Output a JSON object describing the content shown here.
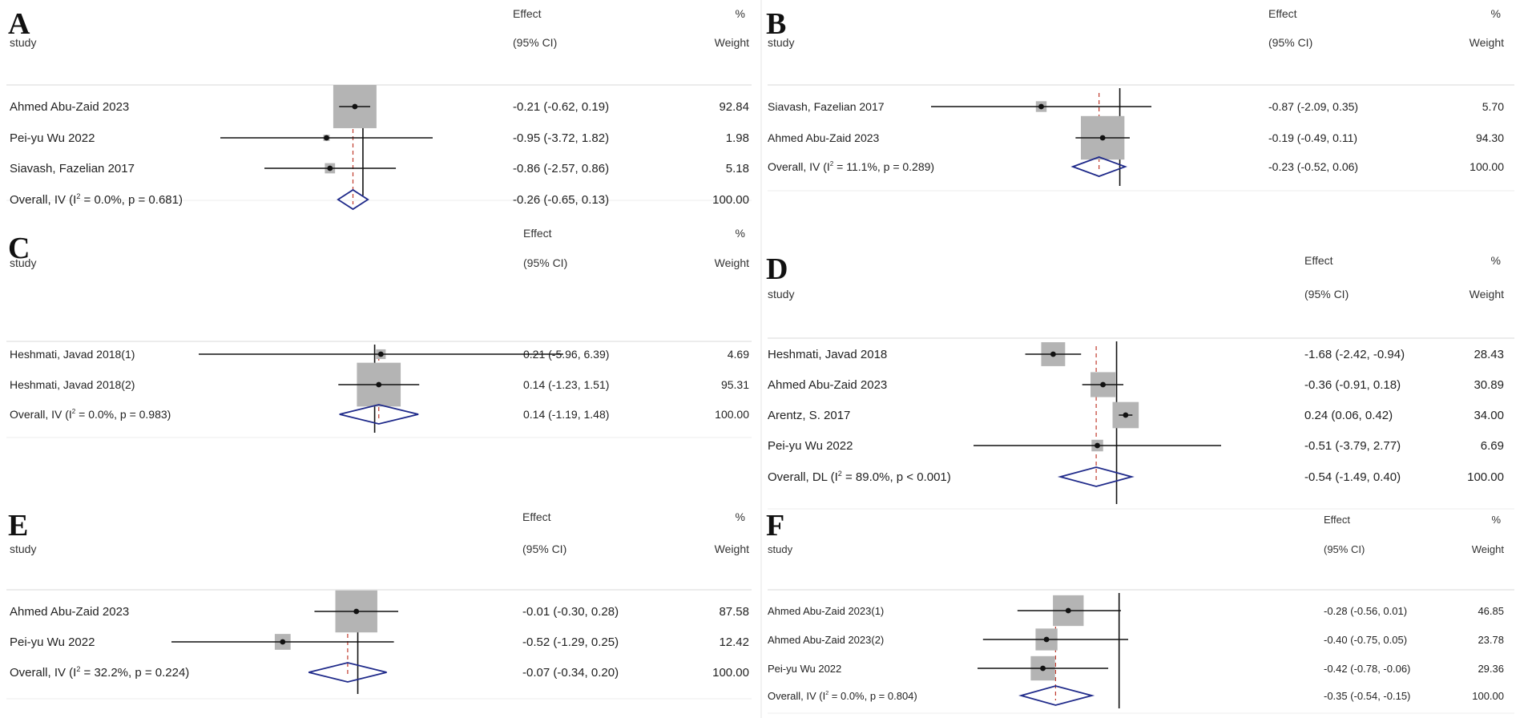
{
  "chart_data": [
    {
      "type": "forest",
      "panel": "A",
      "header": {
        "effect": "Effect",
        "ci": "(95% CI)",
        "pct": "%",
        "weight": "Weight",
        "study": "study"
      },
      "null_value": 0,
      "rows": [
        {
          "study": "Ahmed Abu-Zaid 2023",
          "es": -0.21,
          "lo": -0.62,
          "hi": 0.19,
          "ci_text": "-0.21 (-0.62, 0.19)",
          "weight": "92.84"
        },
        {
          "study": "Pei-yu Wu 2022",
          "es": -0.95,
          "lo": -3.72,
          "hi": 1.82,
          "ci_text": "-0.95 (-3.72, 1.82)",
          "weight": "1.98"
        },
        {
          "study": "Siavash, Fazelian 2017",
          "es": -0.86,
          "lo": -2.57,
          "hi": 0.86,
          "ci_text": "-0.86 (-2.57, 0.86)",
          "weight": "5.18"
        }
      ],
      "overall": {
        "label": "Overall, IV (I",
        "sup": "2",
        "label_rest": " = 0.0%, p = 0.681)",
        "es": -0.26,
        "lo": -0.65,
        "hi": 0.13,
        "ci_text": "-0.26 (-0.65, 0.13)",
        "weight": "100.00"
      }
    },
    {
      "type": "forest",
      "panel": "B",
      "header": {
        "effect": "Effect",
        "ci": "(95% CI)",
        "pct": "%",
        "weight": "Weight",
        "study": "study"
      },
      "null_value": 0,
      "rows": [
        {
          "study": "Siavash, Fazelian 2017",
          "es": -0.87,
          "lo": -2.09,
          "hi": 0.35,
          "ci_text": "-0.87 (-2.09, 0.35)",
          "weight": "5.70"
        },
        {
          "study": "Ahmed Abu-Zaid 2023",
          "es": -0.19,
          "lo": -0.49,
          "hi": 0.11,
          "ci_text": "-0.19 (-0.49, 0.11)",
          "weight": "94.30"
        }
      ],
      "overall": {
        "label": "Overall, IV (I",
        "sup": "2",
        "label_rest": " = 11.1%, p = 0.289)",
        "es": -0.23,
        "lo": -0.52,
        "hi": 0.06,
        "ci_text": "-0.23 (-0.52, 0.06)",
        "weight": "100.00"
      }
    },
    {
      "type": "forest",
      "panel": "C",
      "header": {
        "effect": "Effect",
        "ci": "(95% CI)",
        "pct": "%",
        "weight": "Weight",
        "study": "study"
      },
      "null_value": 0,
      "rows": [
        {
          "study": "Heshmati, Javad 2018(1)",
          "es": 0.21,
          "lo": -5.96,
          "hi": 6.39,
          "ci_text": "0.21 (-5.96, 6.39)",
          "weight": "4.69"
        },
        {
          "study": "Heshmati, Javad 2018(2)",
          "es": 0.14,
          "lo": -1.23,
          "hi": 1.51,
          "ci_text": "0.14 (-1.23, 1.51)",
          "weight": "95.31"
        }
      ],
      "overall": {
        "label": "Overall, IV (I",
        "sup": "2",
        "label_rest": " = 0.0%, p = 0.983)",
        "es": 0.14,
        "lo": -1.19,
        "hi": 1.48,
        "ci_text": "0.14 (-1.19, 1.48)",
        "weight": "100.00"
      }
    },
    {
      "type": "forest",
      "panel": "D",
      "header": {
        "effect": "Effect",
        "ci": "(95% CI)",
        "pct": "%",
        "weight": "Weight",
        "study": "study"
      },
      "null_value": 0,
      "rows": [
        {
          "study": "Heshmati, Javad 2018",
          "es": -1.68,
          "lo": -2.42,
          "hi": -0.94,
          "ci_text": "-1.68 (-2.42, -0.94)",
          "weight": "28.43"
        },
        {
          "study": "Ahmed Abu-Zaid 2023",
          "es": -0.36,
          "lo": -0.91,
          "hi": 0.18,
          "ci_text": "-0.36 (-0.91, 0.18)",
          "weight": "30.89"
        },
        {
          "study": "Arentz, S. 2017",
          "es": 0.24,
          "lo": 0.06,
          "hi": 0.42,
          "ci_text": "0.24 (0.06, 0.42)",
          "weight": "34.00"
        },
        {
          "study": "Pei-yu Wu 2022",
          "es": -0.51,
          "lo": -3.79,
          "hi": 2.77,
          "ci_text": "-0.51 (-3.79, 2.77)",
          "weight": "6.69"
        }
      ],
      "overall": {
        "label": "Overall, DL (I",
        "sup": "2",
        "label_rest": " = 89.0%, p < 0.001)",
        "es": -0.54,
        "lo": -1.49,
        "hi": 0.4,
        "ci_text": "-0.54 (-1.49, 0.40)",
        "weight": "100.00"
      }
    },
    {
      "type": "forest",
      "panel": "E",
      "header": {
        "effect": "Effect",
        "ci": "(95% CI)",
        "pct": "%",
        "weight": "Weight",
        "study": "study"
      },
      "null_value": 0,
      "rows": [
        {
          "study": "Ahmed Abu-Zaid 2023",
          "es": -0.01,
          "lo": -0.3,
          "hi": 0.28,
          "ci_text": "-0.01 (-0.30, 0.28)",
          "weight": "87.58"
        },
        {
          "study": "Pei-yu Wu 2022",
          "es": -0.52,
          "lo": -1.29,
          "hi": 0.25,
          "ci_text": "-0.52 (-1.29, 0.25)",
          "weight": "12.42"
        }
      ],
      "overall": {
        "label": "Overall, IV (I",
        "sup": "2",
        "label_rest": " = 32.2%, p = 0.224)",
        "es": -0.07,
        "lo": -0.34,
        "hi": 0.2,
        "ci_text": "-0.07 (-0.34, 0.20)",
        "weight": "100.00"
      }
    },
    {
      "type": "forest",
      "panel": "F",
      "header": {
        "effect": "Effect",
        "ci": "(95% CI)",
        "pct": "%",
        "weight": "Weight",
        "study": "study"
      },
      "null_value": 0,
      "rows": [
        {
          "study": "Ahmed Abu-Zaid 2023(1)",
          "es": -0.28,
          "lo": -0.56,
          "hi": 0.01,
          "ci_text": "-0.28 (-0.56, 0.01)",
          "weight": "46.85"
        },
        {
          "study": "Ahmed Abu-Zaid 2023(2)",
          "es": -0.4,
          "lo": -0.75,
          "hi": 0.05,
          "ci_text": "-0.40 (-0.75, 0.05)",
          "weight": "23.78"
        },
        {
          "study": "Pei-yu Wu 2022",
          "es": -0.42,
          "lo": -0.78,
          "hi": -0.06,
          "ci_text": "-0.42 (-0.78, -0.06)",
          "weight": "29.36"
        }
      ],
      "overall": {
        "label": "Overall, IV (I",
        "sup": "2",
        "label_rest": " = 0.0%, p = 0.804)",
        "es": -0.35,
        "lo": -0.54,
        "hi": -0.15,
        "ci_text": "-0.35 (-0.54, -0.15)",
        "weight": "100.00"
      }
    }
  ],
  "colors": {
    "ci_line": "#111111",
    "point": "#111111",
    "weight_box": "#b4b4b4",
    "diamond": "#1f2a8a",
    "pooled_line": "#c0392b",
    "null_line": "#111111"
  }
}
